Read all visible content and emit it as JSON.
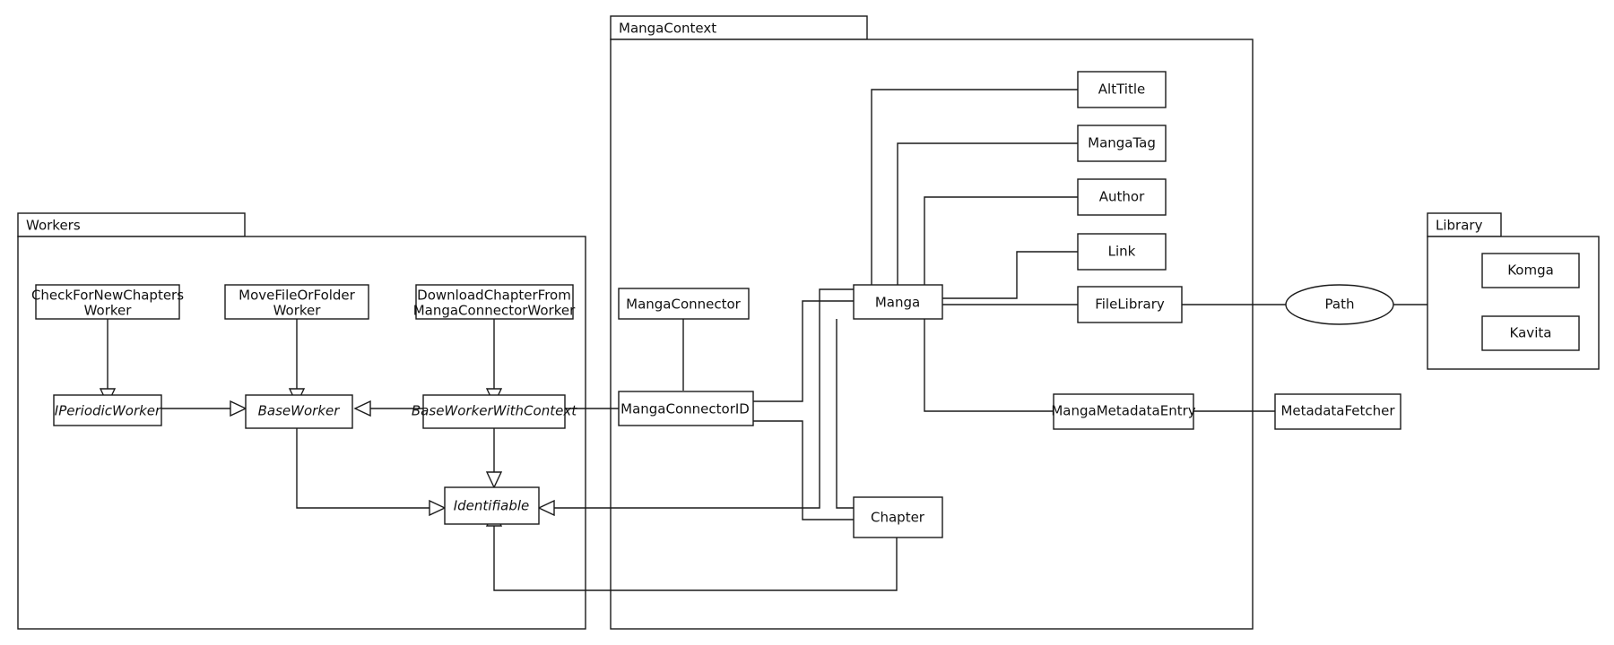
{
  "diagram": {
    "title": "Manga library class diagram",
    "colors": {
      "stroke": "#1a1a1a",
      "fill": "#ffffff",
      "text": "#111111"
    },
    "packages": [
      {
        "id": "workers",
        "label": "Workers"
      },
      {
        "id": "mangacontext",
        "label": "MangaContext"
      },
      {
        "id": "library",
        "label": "Library"
      }
    ],
    "classes": {
      "check_for_new_chapters_worker": {
        "line1": "CheckForNewChapters",
        "line2": "Worker",
        "abstract": false
      },
      "move_file_or_folder_worker": {
        "line1": "MoveFileOrFolder",
        "line2": "Worker",
        "abstract": false
      },
      "download_chapter_from_manga_connector_worker": {
        "line1": "DownloadChapterFrom",
        "line2": "MangaConnectorWorker",
        "abstract": false
      },
      "iperiodicworker": {
        "line1": "IPeriodicWorker",
        "line2": "",
        "abstract": true
      },
      "baseworker": {
        "line1": "BaseWorker",
        "line2": "",
        "abstract": true
      },
      "baseworkerwithcontext": {
        "line1": "BaseWorkerWithContext",
        "line2": "",
        "abstract": true
      },
      "identifiable": {
        "line1": "Identifiable",
        "line2": "",
        "abstract": true
      },
      "mangaconnector": {
        "line1": "MangaConnector",
        "line2": "",
        "abstract": false
      },
      "mangaconnectorid": {
        "line1": "MangaConnectorID",
        "line2": "",
        "abstract": false
      },
      "manga": {
        "line1": "Manga",
        "line2": "",
        "abstract": false
      },
      "chapter": {
        "line1": "Chapter",
        "line2": "",
        "abstract": false
      },
      "alttitle": {
        "line1": "AltTitle",
        "line2": "",
        "abstract": false
      },
      "mangatag": {
        "line1": "MangaTag",
        "line2": "",
        "abstract": false
      },
      "author": {
        "line1": "Author",
        "line2": "",
        "abstract": false
      },
      "link": {
        "line1": "Link",
        "line2": "",
        "abstract": false
      },
      "filelibrary": {
        "line1": "FileLibrary",
        "line2": "",
        "abstract": false
      },
      "mangametadataentry": {
        "line1": "MangaMetadataEntry",
        "line2": "",
        "abstract": false
      },
      "metadatafetcher": {
        "line1": "MetadataFetcher",
        "line2": "",
        "abstract": false
      },
      "path": {
        "line1": "Path",
        "line2": "",
        "abstract": false
      },
      "komga": {
        "line1": "Komga",
        "line2": "",
        "abstract": false
      },
      "kavita": {
        "line1": "Kavita",
        "line2": "",
        "abstract": false
      }
    }
  }
}
